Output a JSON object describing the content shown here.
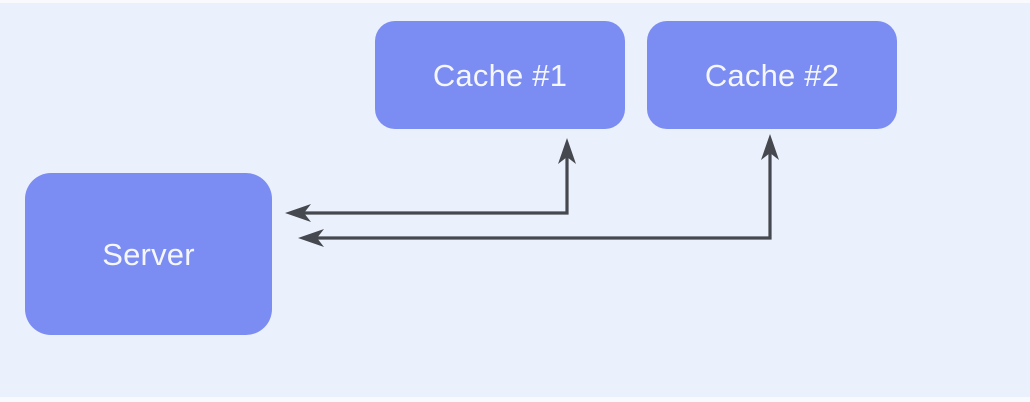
{
  "diagram": {
    "title": "Server and cache architecture diagram",
    "colors": {
      "background": "#ebf1fc",
      "edge_strip": "#f8fafd",
      "node_fill": "#7b8cf2",
      "node_text": "#f5f7fb",
      "arrow": "#45484e"
    },
    "nodes": [
      {
        "id": "cache1",
        "label": "Cache #1"
      },
      {
        "id": "cache2",
        "label": "Cache #2"
      },
      {
        "id": "server",
        "label": "Server"
      }
    ],
    "connectors": [
      {
        "id": "server-cache1",
        "between": [
          "Server",
          "Cache #1"
        ],
        "style": "elbow",
        "arrowheads": "both"
      },
      {
        "id": "server-cache2",
        "between": [
          "Server",
          "Cache #2"
        ],
        "style": "elbow",
        "arrowheads": "both"
      }
    ]
  }
}
